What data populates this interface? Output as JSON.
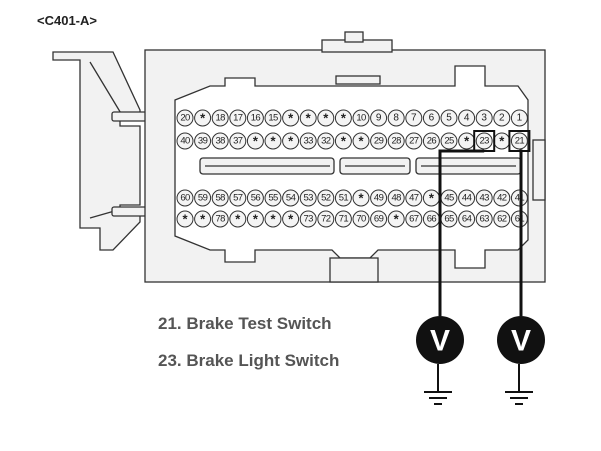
{
  "connector": {
    "id": "<C401-A>",
    "rows": [
      [
        "20",
        "*",
        "18",
        "17",
        "16",
        "15",
        "*",
        "*",
        "*",
        "*",
        "10",
        "9",
        "8",
        "7",
        "6",
        "5",
        "4",
        "3",
        "2",
        "1"
      ],
      [
        "40",
        "39",
        "38",
        "37",
        "*",
        "*",
        "*",
        "33",
        "32",
        "*",
        "*",
        "29",
        "28",
        "27",
        "26",
        "25",
        "*",
        "23",
        "*",
        "21"
      ],
      [
        "60",
        "59",
        "58",
        "57",
        "56",
        "55",
        "54",
        "53",
        "52",
        "51",
        "*",
        "49",
        "48",
        "47",
        "*",
        "45",
        "44",
        "43",
        "42",
        "41"
      ],
      [
        "*",
        "*",
        "78",
        "*",
        "*",
        "*",
        "*",
        "73",
        "72",
        "71",
        "70",
        "69",
        "*",
        "67",
        "66",
        "65",
        "64",
        "63",
        "62",
        "61"
      ]
    ],
    "highlighted_pins": [
      "23",
      "21"
    ]
  },
  "meters": [
    {
      "pin": "23",
      "symbol": "V"
    },
    {
      "pin": "21",
      "symbol": "V"
    }
  ],
  "legend": [
    "21. Brake Test Switch",
    "23. Brake Light Switch"
  ]
}
